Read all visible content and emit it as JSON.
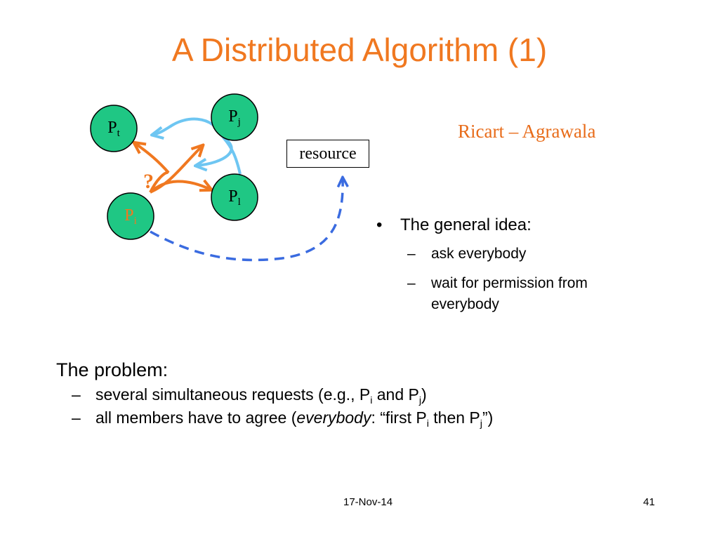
{
  "title": "A Distributed Algorithm (1)",
  "diagram": {
    "nodes": {
      "t": {
        "base": "P",
        "sub": "t"
      },
      "j": {
        "base": "P",
        "sub": "j"
      },
      "l": {
        "base": "P",
        "sub": "l"
      },
      "i": {
        "base": "P",
        "sub": "i"
      }
    },
    "question_mark": "?",
    "resource_label": "resource",
    "colors": {
      "node_fill": "#1fc784",
      "request_arrow": "#f07820",
      "reply_arrow": "#6ec6f2",
      "resource_arrow": "#3a6be0",
      "requester_label": "#f07820"
    }
  },
  "algorithm_name": "Ricart – Agrawala",
  "idea": {
    "bullet_mark": "•",
    "heading": "The general idea:",
    "dash": "–",
    "items": [
      "ask everybody",
      "wait for permission from everybody"
    ]
  },
  "problem": {
    "heading": "The problem:",
    "dash": "–",
    "item1": {
      "a": "several simultaneous requests (e.g., P",
      "sub1": "i",
      "b": " and P",
      "sub2": "j",
      "c": ")"
    },
    "item2": {
      "a": "all members have to agree (",
      "em": "everybody",
      "b": ": “first P",
      "sub1": "i",
      "c": " then P",
      "sub2": "j",
      "d": "”)"
    }
  },
  "footer": {
    "date": "17-Nov-14",
    "page": "41"
  }
}
